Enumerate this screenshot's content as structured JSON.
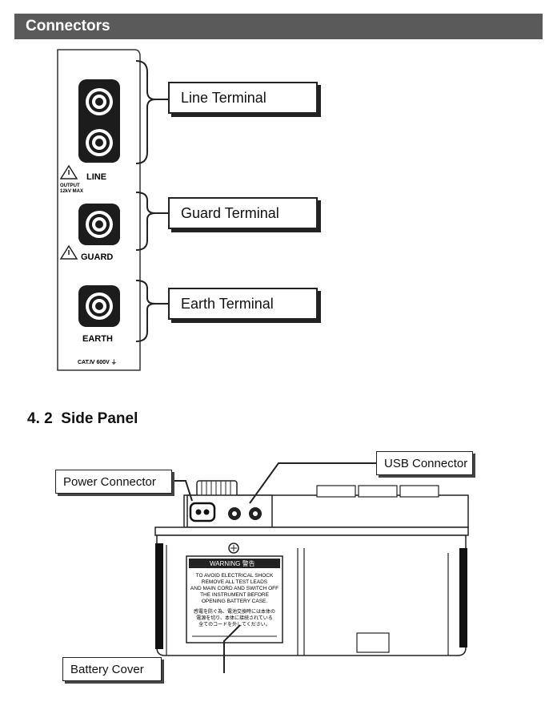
{
  "section": {
    "title": "Connectors"
  },
  "connectors_panel": {
    "line_label": "LINE",
    "output_label_1": "OUTPUT",
    "output_label_2": "12kV MAX",
    "guard_label": "GUARD",
    "earth_label": "EARTH",
    "rating": "CAT.Ⅳ 600V ⏚"
  },
  "callouts": {
    "line": "Line Terminal",
    "guard": "Guard Terminal",
    "earth": "Earth Terminal",
    "usb": "USB Connector",
    "power": "Power Connector",
    "battery": "Battery Cover"
  },
  "subsection": {
    "number": "4. 2",
    "title": "Side Panel"
  },
  "warning_label": {
    "header": "WARNING 警告",
    "lines_en": [
      "TO AVOID ELECTRICAL SHOCK",
      "REMOVE ALL TEST LEADS",
      "AND MAIN CORD AND SWITCH OFF",
      "THE INSTRUMENT BEFORE",
      "OPENING BATTERY CASE."
    ],
    "lines_ja": [
      "感電を防ぐ為、電池交換時には本体の",
      "電源を切り、本体に接続されている",
      "全てのコードを外してください。"
    ]
  },
  "colors": {
    "section_bar": "#5a5a5a",
    "ink": "#222222"
  }
}
